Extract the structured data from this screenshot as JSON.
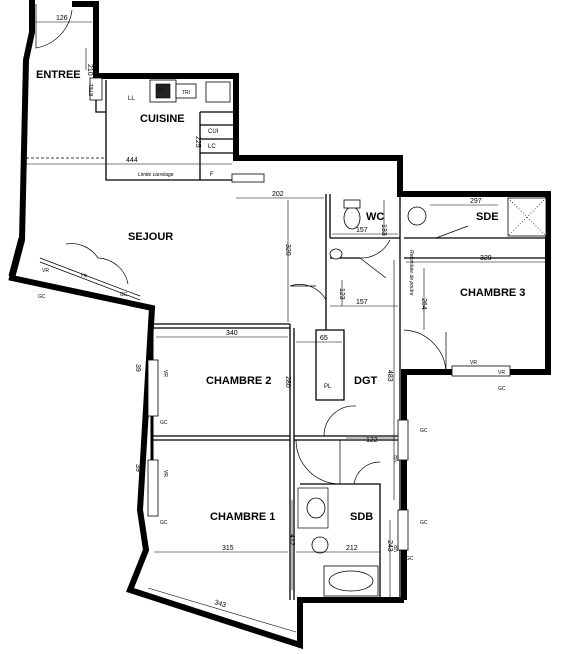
{
  "rooms": {
    "entree": "ENTREE",
    "cuisine": "CUISINE",
    "sejour": "SEJOUR",
    "wc": "WC",
    "sde": "SDE",
    "chambre3": "CHAMBRE 3",
    "chambre2": "CHAMBRE 2",
    "dgt": "DGT",
    "chambre1": "CHAMBRE 1",
    "sdb": "SDB"
  },
  "dimensions": {
    "d126": "126",
    "d210": "210",
    "d444": "444",
    "d225": "225",
    "d202": "202",
    "d320": "320",
    "d297": "297",
    "d157a": "157",
    "d133": "133",
    "d329": "329",
    "d123": "123",
    "d157b": "157",
    "d264": "264",
    "d340": "340",
    "d65": "65",
    "d483": "483",
    "d280": "280",
    "d39a": "39",
    "d39b": "39",
    "d122": "122",
    "d412": "412",
    "d315": "315",
    "d212": "212",
    "d243": "243",
    "d343": "343"
  },
  "labels": {
    "etel": "ETEL",
    "ll": "LL",
    "lv": "LV",
    "tri": "TRI",
    "cui": "CUI",
    "lc": "LC",
    "f": "F",
    "limite_carrelage": "Limite carrelage",
    "retombee_poutre": "Retombée de poutre",
    "pl": "PL",
    "vr1": "VR",
    "gc1": "GC",
    "vr2": "VR",
    "gc2": "GC",
    "vr3": "VR",
    "gc3": "GC",
    "vr4": "VR",
    "gc4": "GC",
    "vr5": "VR",
    "gc5": "GC",
    "vr6": "VR",
    "gc6": "GC",
    "vr7": "VR",
    "gc7": "GC",
    "vr8": "VR",
    "gc8": "GC"
  }
}
